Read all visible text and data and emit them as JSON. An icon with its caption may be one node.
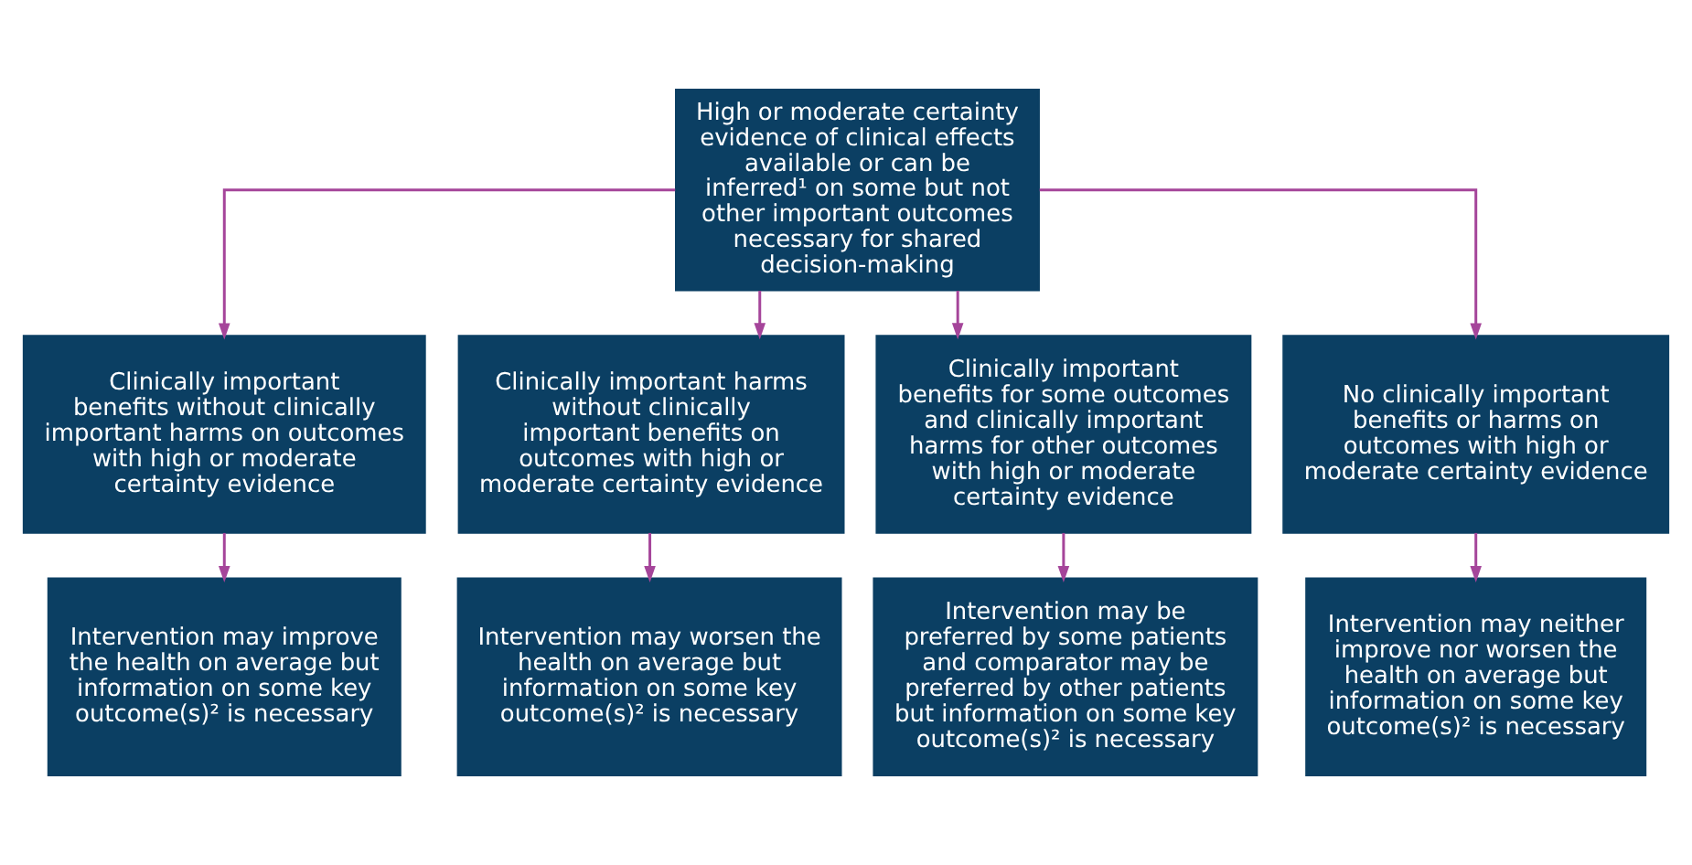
{
  "diagram": {
    "nodes": [
      {
        "text": [
          "High or moderate certainty evidence of clinical effects available or can be inferred¹ on some but not other important outcomes necessary for shared decision-making"
        ]
      },
      {
        "text": [
          "Clinically important benefits without clinically important harms on outcomes with high or moderate certainty evidence"
        ]
      },
      {
        "text": [
          "Clinically important harms without clinically important benefits on outcomes with high or moderate certainty evidence"
        ]
      },
      {
        "text": [
          "Clinically important benefits for some outcomes and clinically important harms for other outcomes with high or moderate certainty evidence"
        ]
      },
      {
        "text": [
          "No clinically important benefits or harms on outcomes with high or moderate certainty evidence"
        ]
      },
      {
        "text": [
          "Intervention may improve the health on average but information on some key outcome(s)² is necessary"
        ]
      },
      {
        "text": [
          "Intervention may worsen the health on average but information on some key outcome(s)² is necessary"
        ]
      },
      {
        "text": [
          "Intervention may be preferred by some patients and comparator may be preferred by other patients but information on some key outcome(s)² is necessary"
        ]
      },
      {
        "text": [
          "Intervention may neither improve nor worsen the health on average but information on some key outcome(s)² is necessary"
        ]
      }
    ],
    "edges": [
      {
        "from": 0,
        "to": 1,
        "arrow": "to"
      },
      {
        "from": 0,
        "to": 2,
        "arrow": "to"
      },
      {
        "from": 0,
        "to": 3,
        "arrow": "to"
      },
      {
        "from": 0,
        "to": 4,
        "arrow": "to"
      },
      {
        "from": 1,
        "to": 5,
        "arrow": "to"
      },
      {
        "from": 2,
        "to": 6,
        "arrow": "to"
      },
      {
        "from": 3,
        "to": 7,
        "arrow": "to"
      },
      {
        "from": 4,
        "to": 8,
        "arrow": "to"
      }
    ]
  }
}
